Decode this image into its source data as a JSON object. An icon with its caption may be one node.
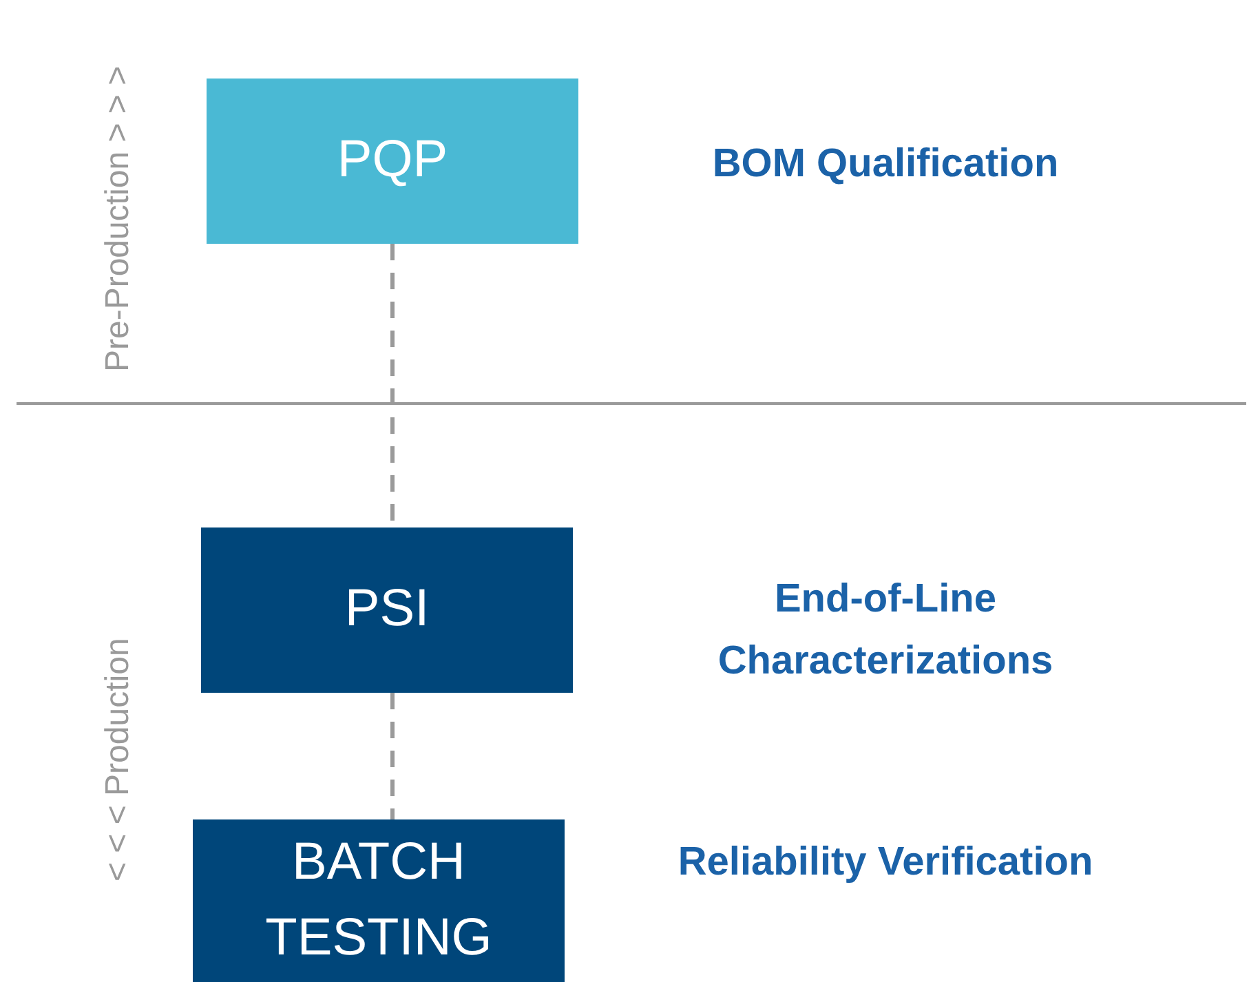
{
  "diagram": {
    "nodes": [
      {
        "text": [
          "PQP"
        ],
        "beside": [
          "BOM Qualification"
        ]
      },
      {
        "text": [
          "PSI"
        ],
        "beside": [
          "End-of-Line Characterizations"
        ]
      },
      {
        "text": [
          "BATCH TESTING"
        ],
        "beside": [
          "Reliability Verification"
        ]
      }
    ],
    "edges": [
      {
        "from": 0,
        "to": 1,
        "arrow": "none",
        "style": "dashed"
      },
      {
        "from": 1,
        "to": 2,
        "arrow": "none",
        "style": "dashed"
      }
    ],
    "labels": [
      "Pre-Production > > >",
      "< < < Production"
    ]
  }
}
